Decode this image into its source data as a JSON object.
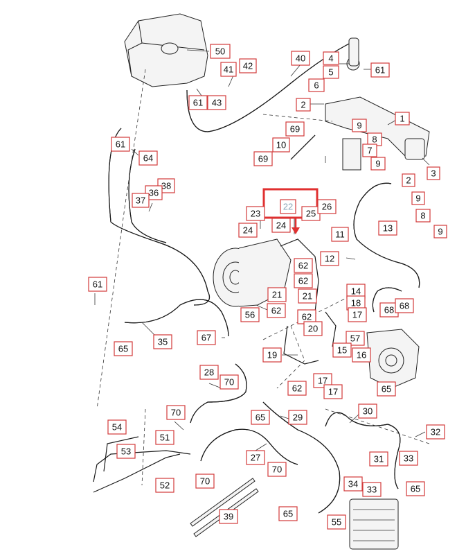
{
  "diagram": {
    "highlighted_part": "22",
    "callouts": [
      {
        "id": "c50",
        "label": "50"
      },
      {
        "id": "c40",
        "label": "40"
      },
      {
        "id": "c4",
        "label": "4"
      },
      {
        "id": "c5",
        "label": "5"
      },
      {
        "id": "c61a",
        "label": "61"
      },
      {
        "id": "c41",
        "label": "41"
      },
      {
        "id": "c42",
        "label": "42"
      },
      {
        "id": "c61b",
        "label": "61"
      },
      {
        "id": "c43",
        "label": "43"
      },
      {
        "id": "c6",
        "label": "6"
      },
      {
        "id": "c2a",
        "label": "2"
      },
      {
        "id": "c1",
        "label": "1"
      },
      {
        "id": "c69a",
        "label": "69"
      },
      {
        "id": "c9a",
        "label": "9"
      },
      {
        "id": "c8a",
        "label": "8"
      },
      {
        "id": "c10",
        "label": "10"
      },
      {
        "id": "c7",
        "label": "7"
      },
      {
        "id": "c69b",
        "label": "69"
      },
      {
        "id": "c9b",
        "label": "9"
      },
      {
        "id": "c3",
        "label": "3"
      },
      {
        "id": "c61c",
        "label": "61"
      },
      {
        "id": "c64",
        "label": "64"
      },
      {
        "id": "c2b",
        "label": "2"
      },
      {
        "id": "c38",
        "label": "38"
      },
      {
        "id": "c36",
        "label": "36"
      },
      {
        "id": "c37",
        "label": "37"
      },
      {
        "id": "c9c",
        "label": "9"
      },
      {
        "id": "c22",
        "label": "22"
      },
      {
        "id": "c23",
        "label": "23"
      },
      {
        "id": "c25",
        "label": "25"
      },
      {
        "id": "c26",
        "label": "26"
      },
      {
        "id": "c8b",
        "label": "8"
      },
      {
        "id": "c24a",
        "label": "24"
      },
      {
        "id": "c24b",
        "label": "24"
      },
      {
        "id": "c11",
        "label": "11"
      },
      {
        "id": "c13",
        "label": "13"
      },
      {
        "id": "c9d",
        "label": "9"
      },
      {
        "id": "c12",
        "label": "12"
      },
      {
        "id": "c62a",
        "label": "62"
      },
      {
        "id": "c62b",
        "label": "62"
      },
      {
        "id": "c61d",
        "label": "61"
      },
      {
        "id": "c14",
        "label": "14"
      },
      {
        "id": "c18",
        "label": "18"
      },
      {
        "id": "c68a",
        "label": "68"
      },
      {
        "id": "c68b",
        "label": "68"
      },
      {
        "id": "c21a",
        "label": "21"
      },
      {
        "id": "c21b",
        "label": "21"
      },
      {
        "id": "c62c",
        "label": "62"
      },
      {
        "id": "c62d",
        "label": "62"
      },
      {
        "id": "c17a",
        "label": "17"
      },
      {
        "id": "c56",
        "label": "56"
      },
      {
        "id": "c20",
        "label": "20"
      },
      {
        "id": "c35",
        "label": "35"
      },
      {
        "id": "c65a",
        "label": "65"
      },
      {
        "id": "c67",
        "label": "67"
      },
      {
        "id": "c57",
        "label": "57"
      },
      {
        "id": "c15",
        "label": "15"
      },
      {
        "id": "c19",
        "label": "19"
      },
      {
        "id": "c16",
        "label": "16"
      },
      {
        "id": "c28",
        "label": "28"
      },
      {
        "id": "c70a",
        "label": "70"
      },
      {
        "id": "c17b",
        "label": "17"
      },
      {
        "id": "c62e",
        "label": "62"
      },
      {
        "id": "c17c",
        "label": "17"
      },
      {
        "id": "c65b",
        "label": "65"
      },
      {
        "id": "c70b",
        "label": "70"
      },
      {
        "id": "c65c",
        "label": "65"
      },
      {
        "id": "c29",
        "label": "29"
      },
      {
        "id": "c30",
        "label": "30"
      },
      {
        "id": "c54",
        "label": "54"
      },
      {
        "id": "c32",
        "label": "32"
      },
      {
        "id": "c51",
        "label": "51"
      },
      {
        "id": "c53",
        "label": "53"
      },
      {
        "id": "c27",
        "label": "27"
      },
      {
        "id": "c31",
        "label": "31"
      },
      {
        "id": "c33a",
        "label": "33"
      },
      {
        "id": "c52",
        "label": "52"
      },
      {
        "id": "c70c",
        "label": "70"
      },
      {
        "id": "c70d",
        "label": "70"
      },
      {
        "id": "c34",
        "label": "34"
      },
      {
        "id": "c33b",
        "label": "33"
      },
      {
        "id": "c65d",
        "label": "65"
      },
      {
        "id": "c39",
        "label": "39"
      },
      {
        "id": "c65e",
        "label": "65"
      },
      {
        "id": "c55",
        "label": "55"
      }
    ]
  }
}
